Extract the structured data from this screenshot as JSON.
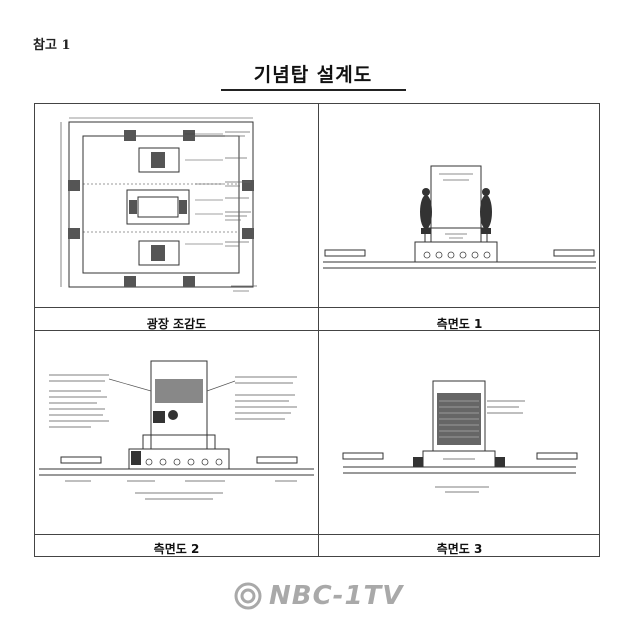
{
  "header": {
    "reference_label": "참고 1",
    "title": "기념탑 설계도"
  },
  "panels": [
    {
      "caption": "광장 조감도"
    },
    {
      "caption": "측면도 1"
    },
    {
      "caption": "측면도 2"
    },
    {
      "caption": "측면도 3"
    }
  ],
  "watermark": {
    "text": "NBC-1TV"
  }
}
